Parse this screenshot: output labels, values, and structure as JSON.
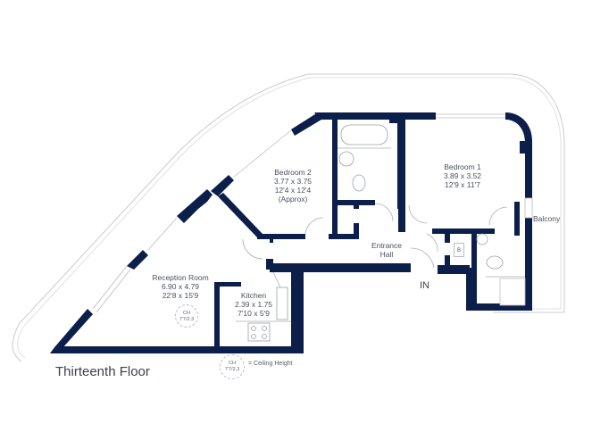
{
  "floor_title": "Thirteenth Floor",
  "entrance_marker": "IN",
  "colors": {
    "wall": "#0c1f4a",
    "outline": "#c9ccd3",
    "text": "#3a4150"
  },
  "rooms": {
    "reception": {
      "name": "Reception Room",
      "metric": "6.90 x 4.79",
      "imperial": "22'8 x 15'9"
    },
    "kitchen": {
      "name": "Kitchen",
      "metric": "2.39 x 1.75",
      "imperial": "7'10 x 5'9"
    },
    "bedroom2": {
      "name": "Bedroom 2",
      "metric": "3.77 x 3.75",
      "imperial": "12'4 x 12'4",
      "note": "(Approx)"
    },
    "bedroom1": {
      "name": "Bedroom 1",
      "metric": "3.89 x 3.52",
      "imperial": "12'9 x 11'7"
    },
    "entrance_hall": {
      "name_line1": "Entrance",
      "name_line2": "Hall"
    },
    "balcony": {
      "name": "Balcony"
    },
    "boiler": {
      "name": "B"
    }
  },
  "ceiling_height": {
    "label": "CH",
    "value": "7'7/2.3",
    "legend_text": "= Ceiling Height"
  }
}
